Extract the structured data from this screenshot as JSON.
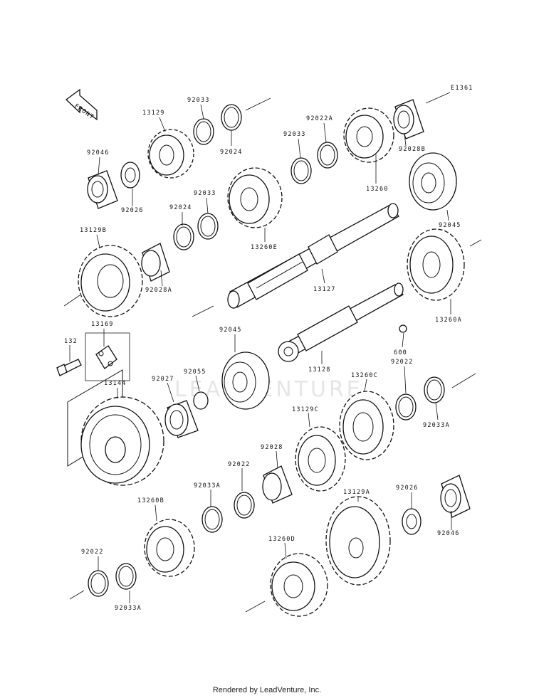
{
  "diagram": {
    "drawing_code": "E1361",
    "front_label": "FRONT",
    "watermark": "LEADVENTURE",
    "part_labels": [
      {
        "id": "13129",
        "text": "13129"
      },
      {
        "id": "92033-top",
        "text": "92033"
      },
      {
        "id": "92046-top",
        "text": "92046"
      },
      {
        "id": "92026-top",
        "text": "92026"
      },
      {
        "id": "92024-top",
        "text": "92024"
      },
      {
        "id": "92022A",
        "text": "92022A"
      },
      {
        "id": "92033-mid",
        "text": "92033"
      },
      {
        "id": "92028B",
        "text": "92028B"
      },
      {
        "id": "13260",
        "text": "13260"
      },
      {
        "id": "92045-right",
        "text": "92045"
      },
      {
        "id": "92024-mid",
        "text": "92024"
      },
      {
        "id": "92033-left",
        "text": "92033"
      },
      {
        "id": "13260E",
        "text": "13260E"
      },
      {
        "id": "13129B",
        "text": "13129B"
      },
      {
        "id": "92028A",
        "text": "92028A"
      },
      {
        "id": "13127",
        "text": "13127"
      },
      {
        "id": "13260A",
        "text": "13260A"
      },
      {
        "id": "13169",
        "text": "13169"
      },
      {
        "id": "132",
        "text": "132"
      },
      {
        "id": "92045-mid",
        "text": "92045"
      },
      {
        "id": "600",
        "text": "600"
      },
      {
        "id": "13128",
        "text": "13128"
      },
      {
        "id": "92022-right",
        "text": "92022"
      },
      {
        "id": "13260C",
        "text": "13260C"
      },
      {
        "id": "13144",
        "text": "13144"
      },
      {
        "id": "92027",
        "text": "92027"
      },
      {
        "id": "92055",
        "text": "92055"
      },
      {
        "id": "92033A-right",
        "text": "92033A"
      },
      {
        "id": "13129C",
        "text": "13129C"
      },
      {
        "id": "92028",
        "text": "92028"
      },
      {
        "id": "92022-mid",
        "text": "92022"
      },
      {
        "id": "92033A-mid",
        "text": "92033A"
      },
      {
        "id": "13129A",
        "text": "13129A"
      },
      {
        "id": "92026-low",
        "text": "92026"
      },
      {
        "id": "13260B",
        "text": "13260B"
      },
      {
        "id": "92046-low",
        "text": "92046"
      },
      {
        "id": "13260D",
        "text": "13260D"
      },
      {
        "id": "92022-low",
        "text": "92022"
      },
      {
        "id": "92033A-low",
        "text": "92033A"
      }
    ]
  },
  "footer": {
    "text": "Rendered by LeadVenture, Inc."
  }
}
